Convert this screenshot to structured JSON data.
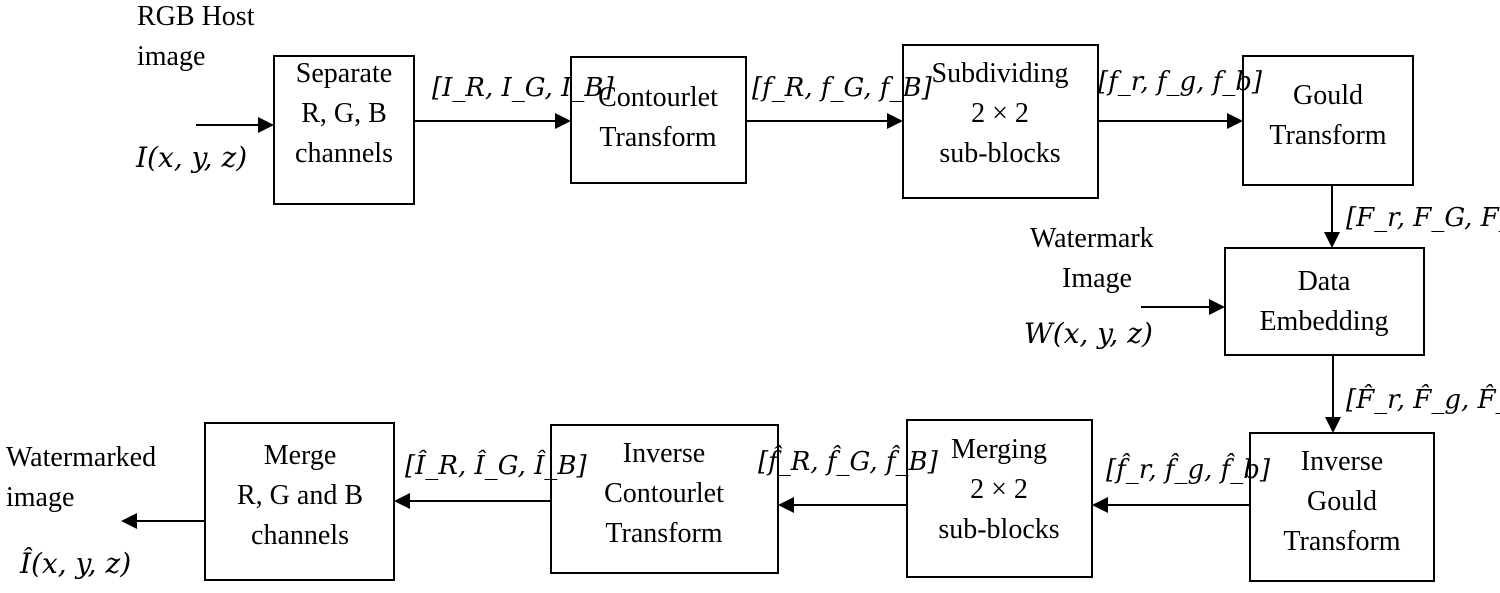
{
  "blocks": {
    "separate": [
      "Separate",
      "R, G, B",
      "channels"
    ],
    "contourlet": [
      "Contourlet",
      "Transform"
    ],
    "subdividing": [
      "Subdividing",
      "2 × 2",
      "sub-blocks"
    ],
    "gould": [
      "Gould",
      "Transform"
    ],
    "embedding": [
      "Data",
      "Embedding"
    ],
    "inverse_gould": [
      "Inverse",
      "Gould",
      "Transform"
    ],
    "merging": [
      "Merging",
      "2 × 2",
      "sub-blocks"
    ],
    "inverse_contourlet": [
      "Inverse",
      "Contourlet",
      "Transform"
    ],
    "merge": [
      "Merge",
      "R, G and B",
      "channels"
    ]
  },
  "inputs": {
    "host_label": [
      "RGB Host",
      "image"
    ],
    "host_symbol": "I(x, y, z)",
    "watermark_label": [
      "Watermark",
      "Image"
    ],
    "watermark_symbol": "W(x, y, z)"
  },
  "output": {
    "label": [
      "Watermarked",
      "image"
    ],
    "symbol": "Î(x, y, z)"
  },
  "signals": {
    "channels": "[I_R, I_G, I_B]",
    "contourlet_coeffs": "[f_R, f_G, f_B]",
    "subblocks": "[f_r, f_g, f_b]",
    "gould_coeffs": "[F_r, F_G, F_B]",
    "embedded_coeffs": "[F̂_r, F̂_g, F̂_b]",
    "inverse_gould_out": "[f̂_r, f̂_g, f̂_b]",
    "merged_out": "[f̂_R, f̂_G, f̂_B]",
    "inverse_contourlet_out": "[Î_R, Î_G, Î_B]"
  }
}
